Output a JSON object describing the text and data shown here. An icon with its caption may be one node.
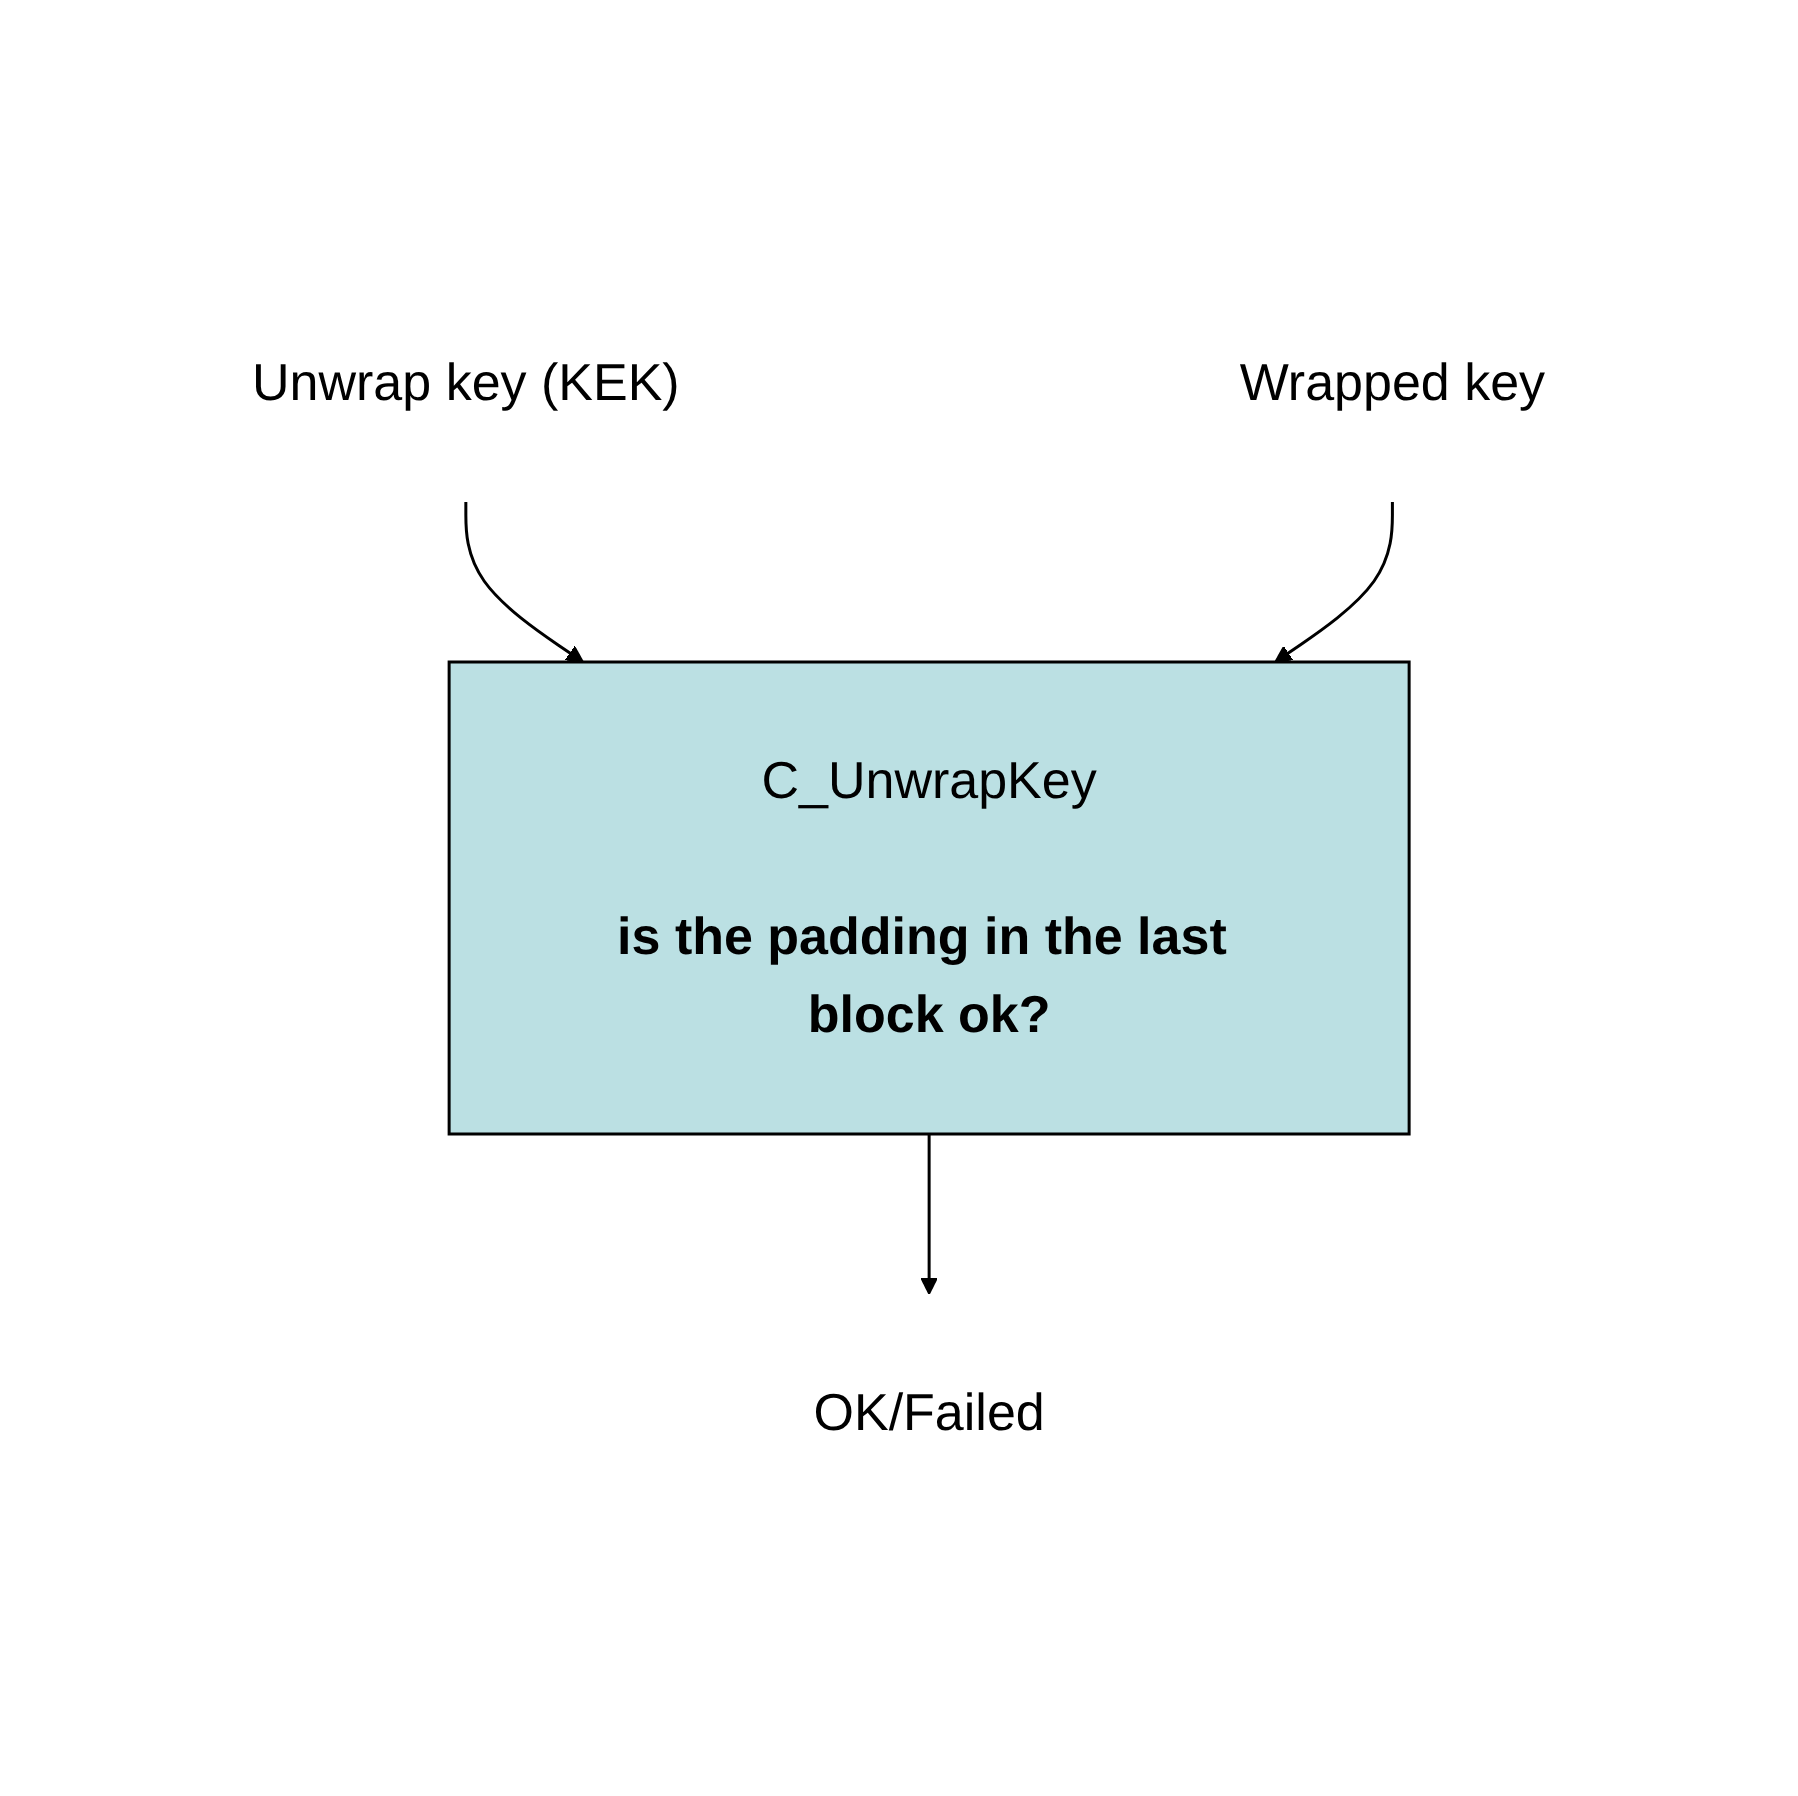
{
  "diagram": {
    "nodes": [
      {
        "text": [
          "Unwrap key (KEK)"
        ]
      },
      {
        "text": [
          "Wrapped key"
        ]
      },
      {
        "text": [
          "C_UnwrapKey",
          "is the padding in the last block ok?"
        ]
      },
      {
        "text": [
          "OK/Failed"
        ]
      }
    ],
    "edges": [
      {
        "from": 0,
        "to": 2,
        "arrow": "to"
      },
      {
        "from": 1,
        "to": 2,
        "arrow": "to"
      },
      {
        "from": 2,
        "to": 3,
        "arrow": "to"
      }
    ]
  }
}
